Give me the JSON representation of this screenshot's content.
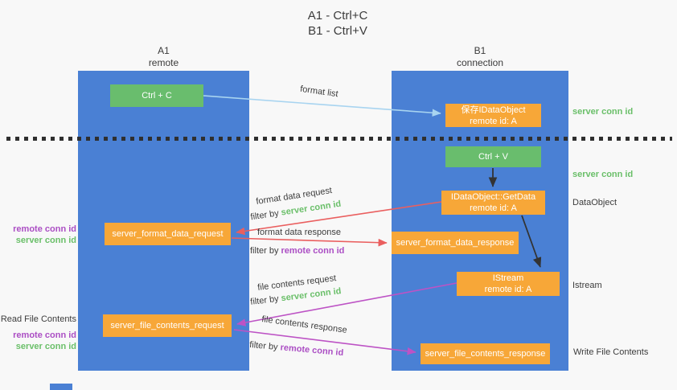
{
  "title": {
    "line1": "A1 - Ctrl+C",
    "line2": "B1 - Ctrl+V"
  },
  "columns": {
    "left": {
      "name": "A1",
      "subtitle": "remote"
    },
    "right": {
      "name": "B1",
      "subtitle": "connection"
    }
  },
  "boxes": {
    "ctrl_c": "Ctrl + C",
    "ctrl_v": "Ctrl + V",
    "save_dataobject": {
      "line1": "保存IDataObject",
      "line2": "remote id: A"
    },
    "getdata": {
      "line1": "IDataObject::GetData",
      "line2": "remote id: A"
    },
    "istream": {
      "line1": "IStream",
      "line2": "remote id: A"
    },
    "format_request": "server_format_data_request",
    "format_response": "server_format_data_response",
    "file_request": "server_file_contents_request",
    "file_response": "server_file_contents_response"
  },
  "arrow_labels": {
    "format_list": "format list",
    "format_data_request": "format data request",
    "format_data_response": "format data response",
    "file_contents_request": "file contents request",
    "file_contents_response": "file contents response",
    "filter_by": "filter by",
    "server_conn_id": "server conn id",
    "remote_conn_id": "remote conn id"
  },
  "side_labels": {
    "right_server_conn_id_1": "server conn id",
    "right_server_conn_id_2": "server conn id",
    "right_dataobject": "DataObject",
    "right_istream": "Istream",
    "right_write_file_contents": "Write File Contents",
    "left_remote_conn_id_1": "remote conn id",
    "left_server_conn_id_1": "server conn id",
    "left_read_file_contents": "Read File Contents",
    "left_remote_conn_id_2": "remote conn id",
    "left_server_conn_id_2": "server conn id"
  },
  "colors": {
    "background": "#f8f8f8",
    "column_blue": "#4a80d4",
    "node_green": "#69bd6d",
    "node_orange": "#f7a738",
    "arrow_light_blue": "#a8d4f0",
    "arrow_red": "#ea5f5f",
    "arrow_magenta": "#bd53c5",
    "arrow_black": "#333333",
    "label_green": "#6abf69",
    "label_purple": "#ab4ec4",
    "text_dark": "#3c3c3c"
  }
}
